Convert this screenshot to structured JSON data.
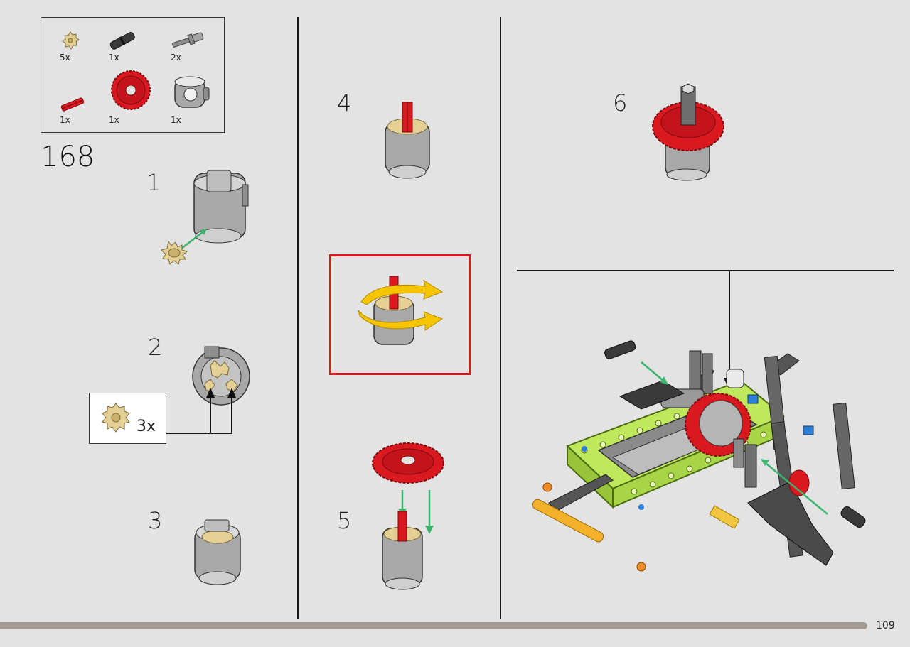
{
  "page": {
    "step": "168",
    "page_number": "109"
  },
  "parts": [
    {
      "qty": "5x",
      "icon": "tan-bevel-gear-12-icon"
    },
    {
      "qty": "1x",
      "icon": "black-axle-pin-icon"
    },
    {
      "qty": "2x",
      "icon": "gray-axle-with-stop-icon"
    },
    {
      "qty": "1x",
      "icon": "red-axle-icon"
    },
    {
      "qty": "1x",
      "icon": "red-bevel-gear-28-icon"
    },
    {
      "qty": "1x",
      "icon": "gray-differential-housing-icon"
    }
  ],
  "substeps": [
    {
      "number": "1"
    },
    {
      "number": "2"
    },
    {
      "number": "3"
    },
    {
      "number": "4"
    },
    {
      "number": "5"
    },
    {
      "number": "6"
    }
  ],
  "callout": {
    "qty": "3x"
  },
  "colors": {
    "background": "#e3e3e3",
    "tan": "#e4cf95",
    "red": "#d91820",
    "gray": "#9a9a9a",
    "lime": "#b7e246",
    "arrow_green": "#3cb46e",
    "rotation_yellow": "#f6c500"
  }
}
